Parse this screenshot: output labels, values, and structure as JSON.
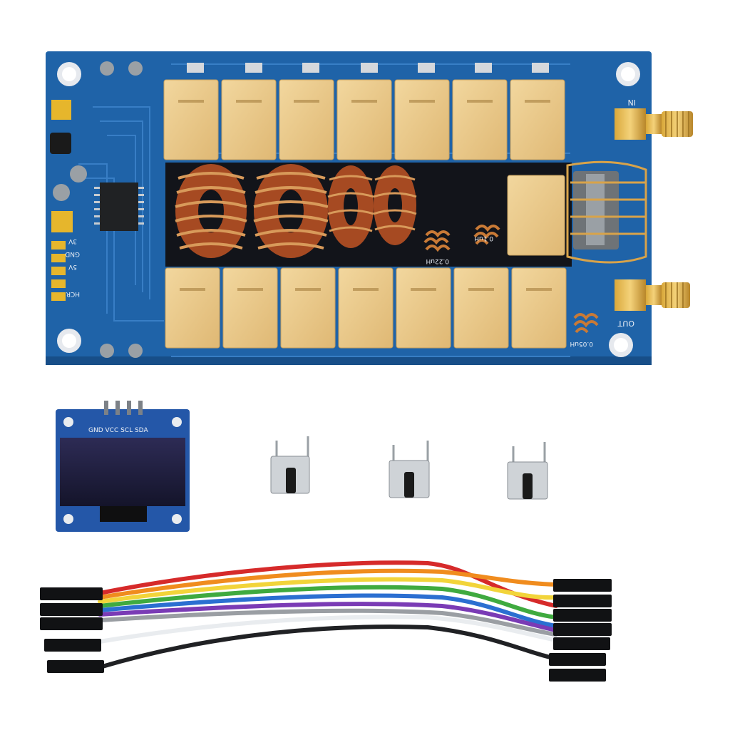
{
  "board": {
    "label_in": "IN",
    "label_out": "OUT",
    "label_hcr": "HCR",
    "label_5v": "5V",
    "label_gnd": "GND",
    "label_3v": "3V",
    "label_inductor_022": "0.22uH",
    "label_inductor_01": "0.1uH",
    "label_inductor_005": "0.05uH"
  },
  "oled": {
    "pin_label": "GND VCC SCL SDA"
  },
  "colors": {
    "pcb": "#1f63a8",
    "relay": "#e9c98a",
    "toroid": "#b2552a",
    "wire_copper": "#c98a4a"
  },
  "jumper_wires": [
    "red",
    "orange",
    "yellow",
    "green",
    "blue",
    "purple",
    "gray",
    "white",
    "black"
  ]
}
